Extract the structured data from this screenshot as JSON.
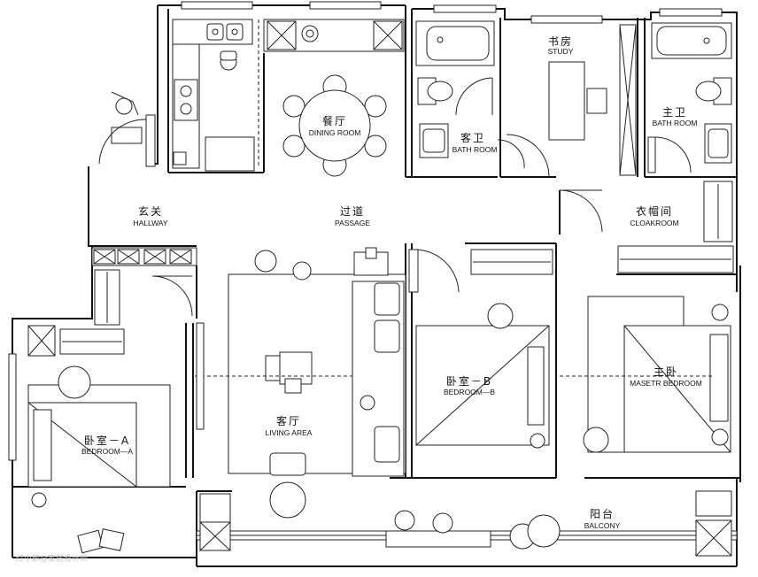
{
  "rooms": {
    "dining": {
      "zh": "餐厅",
      "en": "DINING ROOM"
    },
    "study": {
      "zh": "书房",
      "en": "STUDY"
    },
    "guest_bath": {
      "zh": "客卫",
      "en": "BATH ROOM"
    },
    "master_bath": {
      "zh": "主卫",
      "en": "BATH ROOM"
    },
    "hallway": {
      "zh": "玄关",
      "en": "HALLWAY"
    },
    "passage": {
      "zh": "过道",
      "en": "PASSAGE"
    },
    "cloakroom": {
      "zh": "衣帽间",
      "en": "CLOAKROOM"
    },
    "living": {
      "zh": "客厅",
      "en": "LIVING AREA"
    },
    "bedroom_b": {
      "zh": "卧室－B",
      "en": "BEDROOM—B"
    },
    "master_bedroom": {
      "zh": "主卧",
      "en": "MASETR BEDROOM"
    },
    "bedroom_a": {
      "zh": "卧室－A",
      "en": "BEDROOM—A"
    },
    "balcony": {
      "zh": "阳台",
      "en": "BALCONY"
    }
  },
  "watermark": "红小鹅@家居设计师",
  "colors": {
    "line": "#111111",
    "paper": "#ffffff"
  }
}
